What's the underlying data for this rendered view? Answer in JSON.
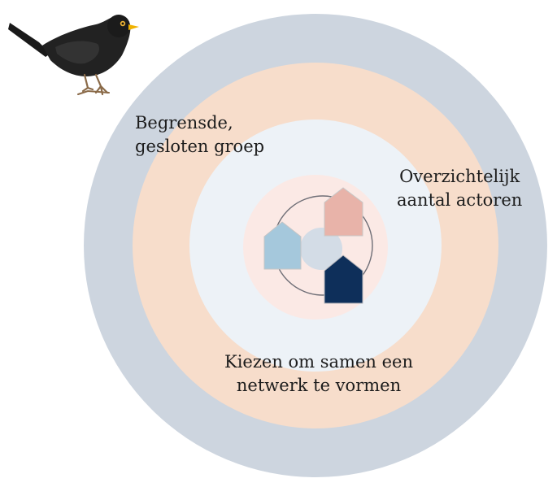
{
  "labels": {
    "outer_ring": [
      "Begrensde,",
      "gesloten groep"
    ],
    "middle_ring": [
      "Overzichtelijk",
      "aantal actoren"
    ],
    "inner_ring": [
      "Kiezen om samen een",
      "netwerk te vormen"
    ]
  },
  "colors": {
    "outer_ring": "#cdd5df",
    "middle_ring": "#f7ddcb",
    "inner_ring": "#edf2f7",
    "core": "#fbe9e5",
    "house_light_blue": "#a5c8dc",
    "house_pink": "#e8b3a9",
    "house_navy": "#0e2f5a"
  },
  "icons": {
    "bird": "blackbird-icon",
    "houses": [
      "house-icon",
      "house-icon",
      "house-icon"
    ]
  }
}
